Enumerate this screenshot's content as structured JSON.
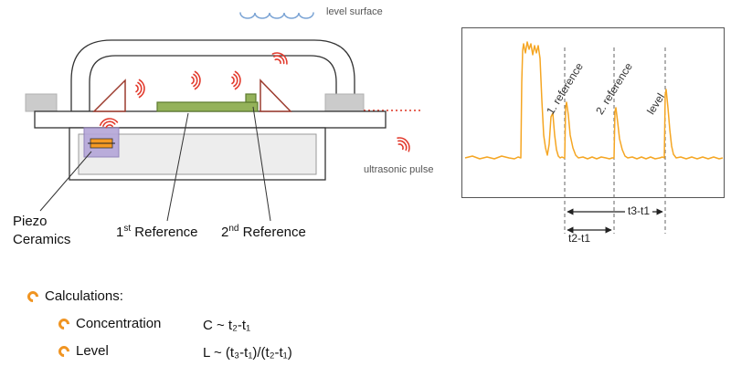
{
  "colors": {
    "trace": "#f5a623",
    "wave": "#e23b2e",
    "green": "#94b25a",
    "green-border": "#5d7b2f",
    "purple": "#b4a6d8",
    "piezo-orange": "#f59a23",
    "gray-block": "#cbcbcb",
    "bullet": "#f09421",
    "dotted-red": "#dd3322",
    "blue-wave": "#7aa3d4"
  },
  "diagram": {
    "level_surface_label": "level surface",
    "ultrasonic_pulse_label": "ultrasonic pulse",
    "piezo_label": {
      "line1": "Piezo",
      "line2": "Ceramics"
    },
    "ref1": {
      "num": "1",
      "ord": "st",
      "label": " Reference"
    },
    "ref2": {
      "num": "2",
      "ord": "nd",
      "label": " Reference"
    }
  },
  "scope": {
    "labels": {
      "ref1": "1. reference",
      "ref2": "2. reference",
      "level": "level",
      "t21": "t2-t1",
      "t31": "t3-t1"
    },
    "dashed_x": [
      113,
      167,
      223
    ],
    "trace": [
      [
        4,
        143
      ],
      [
        12,
        141
      ],
      [
        20,
        144
      ],
      [
        28,
        142
      ],
      [
        36,
        144
      ],
      [
        44,
        141
      ],
      [
        52,
        143
      ],
      [
        58,
        144
      ],
      [
        62,
        142
      ],
      [
        65,
        143
      ],
      [
        66,
        60
      ],
      [
        67,
        25
      ],
      [
        68,
        18
      ],
      [
        70,
        28
      ],
      [
        72,
        16
      ],
      [
        74,
        24
      ],
      [
        76,
        18
      ],
      [
        78,
        30
      ],
      [
        80,
        20
      ],
      [
        82,
        28
      ],
      [
        84,
        20
      ],
      [
        86,
        34
      ],
      [
        88,
        80
      ],
      [
        90,
        118
      ],
      [
        92,
        132
      ],
      [
        94,
        140
      ],
      [
        96,
        128
      ],
      [
        98,
        98
      ],
      [
        100,
        94
      ],
      [
        102,
        118
      ],
      [
        104,
        134
      ],
      [
        106,
        141
      ],
      [
        108,
        143
      ],
      [
        110,
        142
      ],
      [
        112,
        143
      ],
      [
        113,
        143
      ],
      [
        114,
        88
      ],
      [
        115,
        82
      ],
      [
        117,
        96
      ],
      [
        119,
        118
      ],
      [
        122,
        132
      ],
      [
        125,
        140
      ],
      [
        128,
        143
      ],
      [
        133,
        142
      ],
      [
        138,
        144
      ],
      [
        143,
        142
      ],
      [
        148,
        144
      ],
      [
        153,
        142
      ],
      [
        158,
        143
      ],
      [
        162,
        144
      ],
      [
        165,
        143
      ],
      [
        167,
        143
      ],
      [
        168,
        92
      ],
      [
        169,
        88
      ],
      [
        171,
        104
      ],
      [
        173,
        122
      ],
      [
        176,
        134
      ],
      [
        179,
        141
      ],
      [
        182,
        143
      ],
      [
        187,
        142
      ],
      [
        192,
        144
      ],
      [
        197,
        142
      ],
      [
        202,
        144
      ],
      [
        207,
        142
      ],
      [
        212,
        144
      ],
      [
        217,
        143
      ],
      [
        220,
        142
      ],
      [
        222,
        143
      ],
      [
        223,
        74
      ],
      [
        224,
        68
      ],
      [
        226,
        88
      ],
      [
        228,
        112
      ],
      [
        230,
        130
      ],
      [
        232,
        139
      ],
      [
        235,
        143
      ],
      [
        240,
        142
      ],
      [
        246,
        144
      ],
      [
        252,
        142
      ],
      [
        258,
        144
      ],
      [
        264,
        142
      ],
      [
        270,
        144
      ],
      [
        276,
        142
      ],
      [
        282,
        144
      ],
      [
        286,
        143
      ]
    ]
  },
  "calculations": {
    "title": "Calculations:",
    "items": [
      {
        "label": "Concentration",
        "formula": "C ~ t₂-t₁"
      },
      {
        "label": "Level",
        "formula": "L ~ (t₃-t₁)/(t₂-t₁)"
      }
    ]
  }
}
